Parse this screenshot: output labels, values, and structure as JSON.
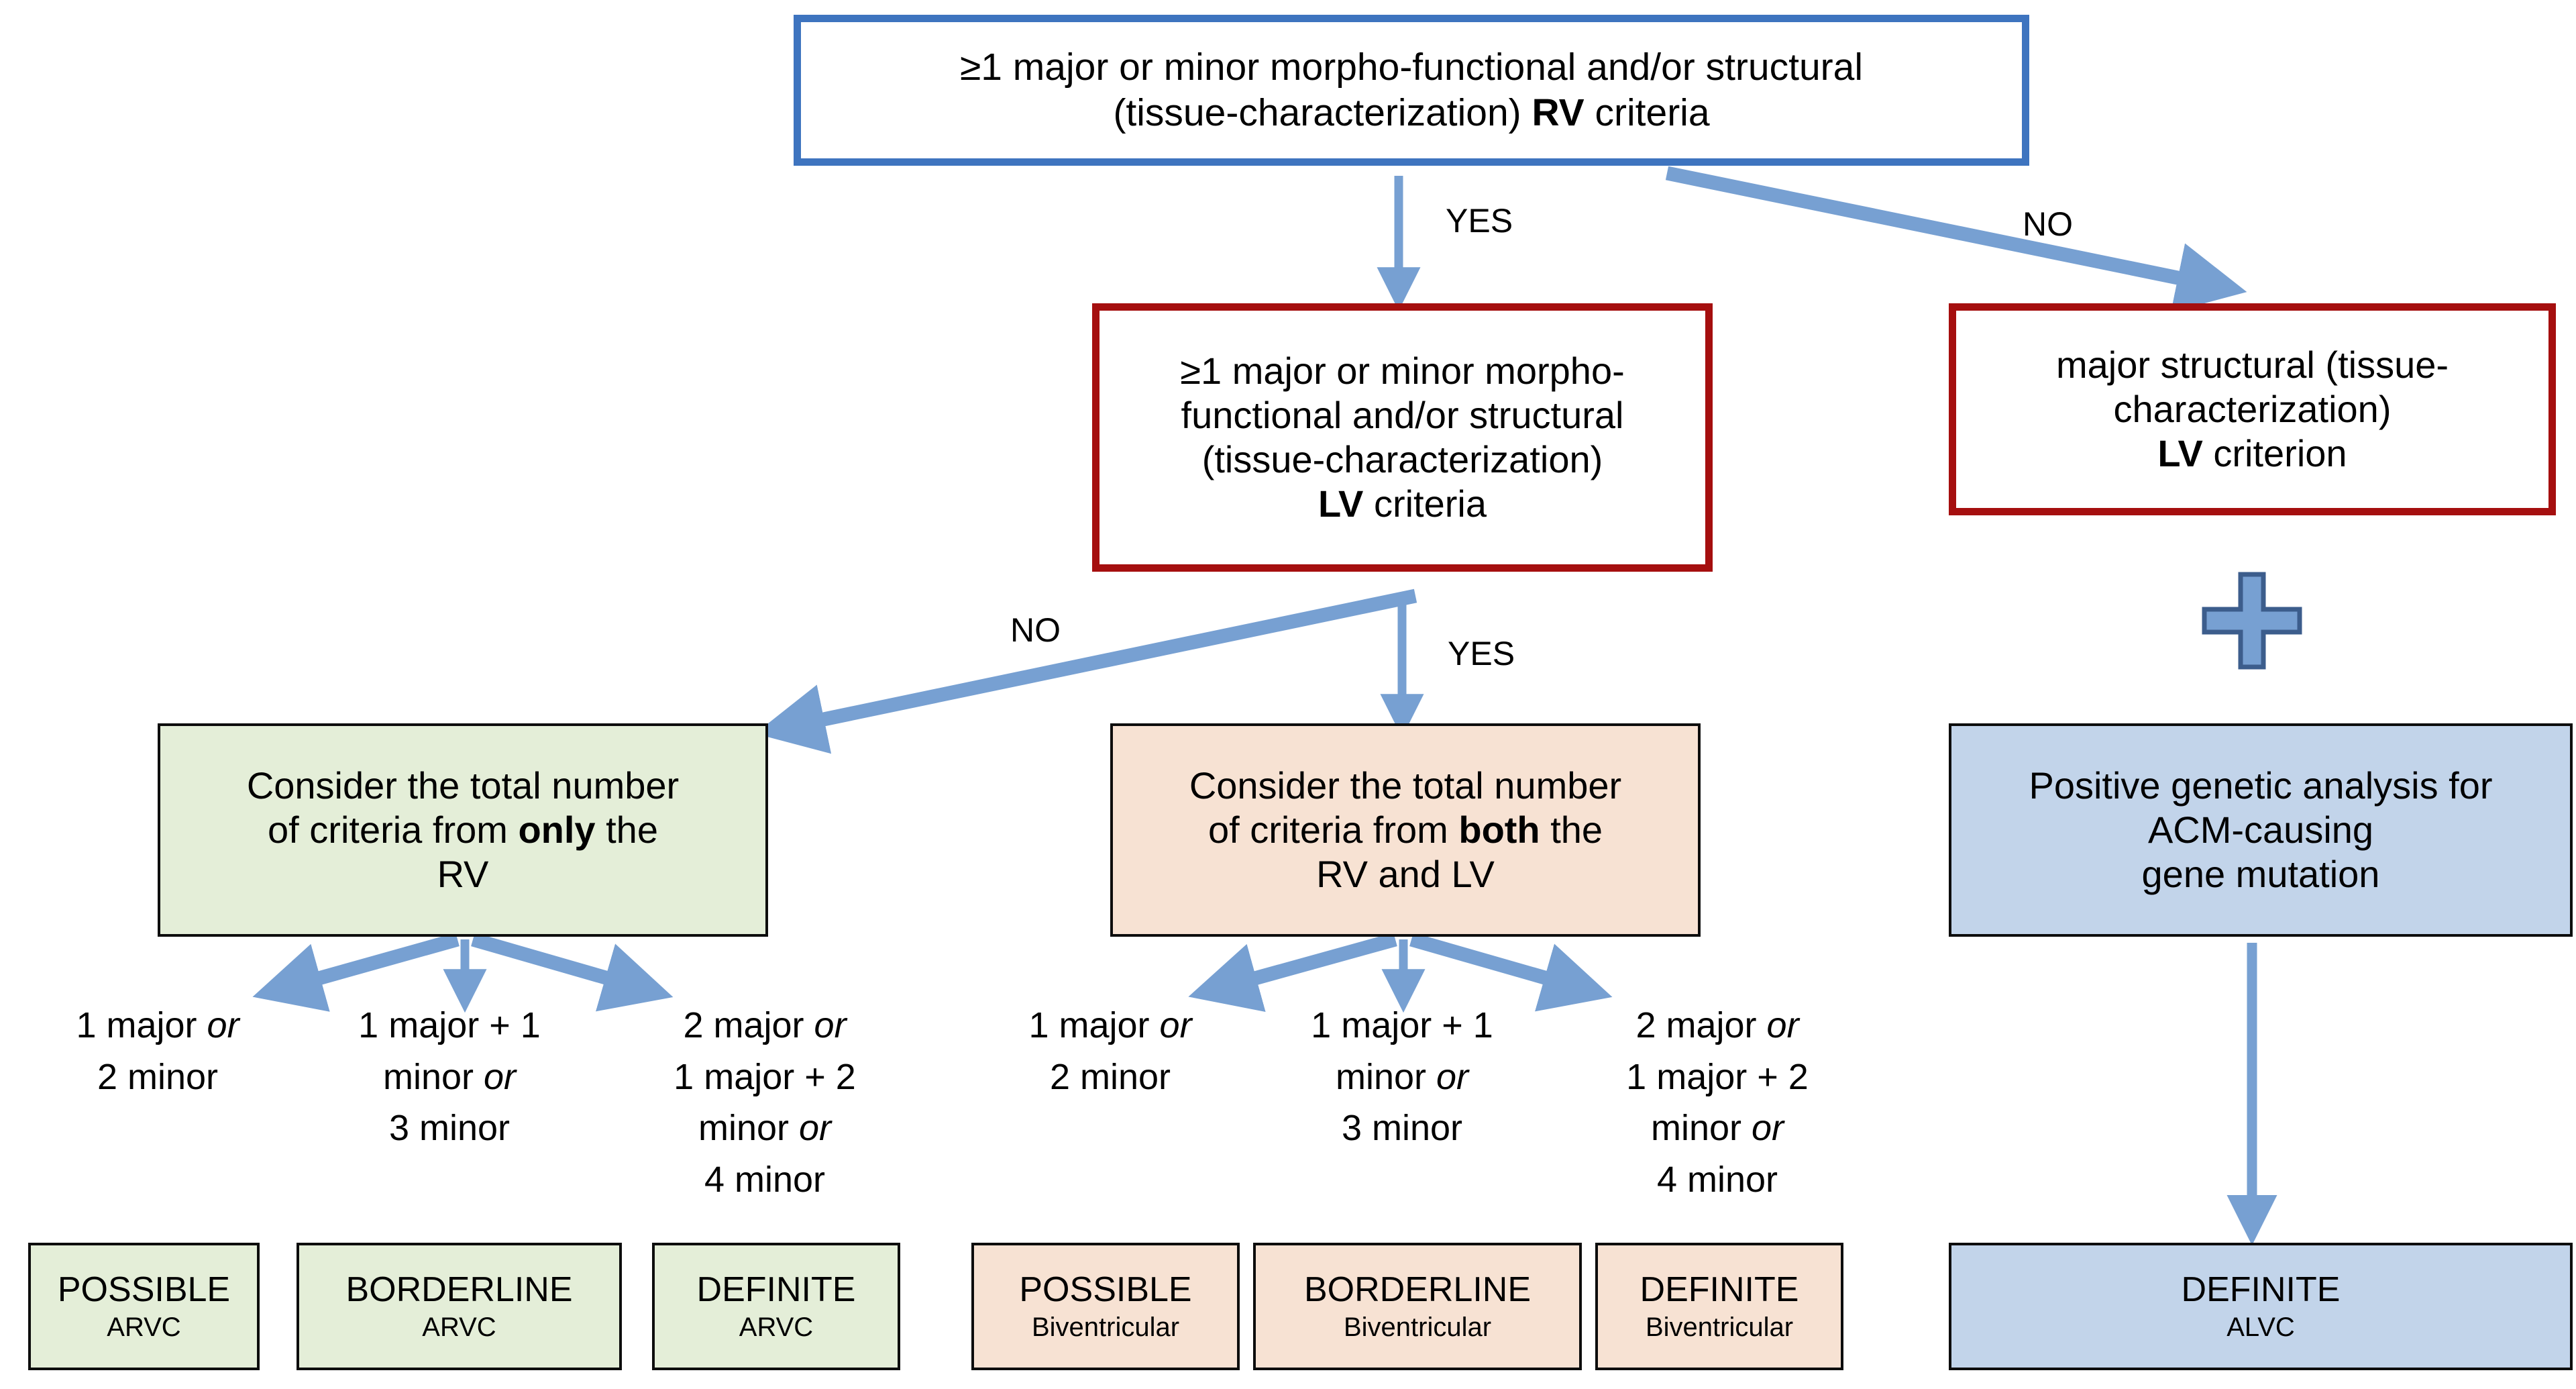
{
  "diagram": {
    "title": "ACM diagnostic criteria flowchart",
    "colors": {
      "arrow_blue": "#77a0d2",
      "outline_blue": "#3e74bf",
      "outline_red": "#a50f0f",
      "fill_green": "#e4eed8",
      "fill_peach": "#f7e2d3",
      "fill_blue": "#c2d4ea",
      "text_black": "#000000"
    },
    "nodes": {
      "rv_criteria": {
        "line1": "≥1 major or minor morpho-functional and/or structural",
        "line2_prefix": "(tissue-characterization) ",
        "line2_bold": "RV",
        "line2_suffix": " criteria"
      },
      "lv_criteria": {
        "line1": "≥1 major or minor morpho-",
        "line2": "functional and/or structural",
        "line3": "(tissue-characterization)",
        "line4_bold": "LV",
        "line4_suffix": " criteria"
      },
      "lv_major_structural": {
        "line1": "major structural (tissue-",
        "line2": "characterization)",
        "line3_bold": "LV",
        "line3_suffix": " criterion"
      },
      "consider_rv_only": {
        "line1": "Consider the total number",
        "line2_prefix": "of criteria from ",
        "line2_bold": "only",
        "line2_suffix": " the",
        "line3": "RV"
      },
      "consider_both": {
        "line1": "Consider the total number",
        "line2_prefix": "of criteria from ",
        "line2_bold": "both",
        "line2_suffix": " the",
        "line3": "RV and LV"
      },
      "genetic": {
        "line1": "Positive genetic analysis for",
        "line2": "ACM-causing",
        "line3": "gene mutation"
      }
    },
    "edge_labels": {
      "top_yes": "YES",
      "top_no": "NO",
      "mid_no": "NO",
      "mid_yes": "YES"
    },
    "plus_symbol": "+",
    "criteria_groups": [
      {
        "group": "rv-only",
        "columns": [
          {
            "lines": [
              {
                "text": "1 major ",
                "italic_tail": "or"
              },
              {
                "text": "2 minor"
              }
            ]
          },
          {
            "lines": [
              {
                "text": "1 major + 1"
              },
              {
                "text": "minor ",
                "italic_tail": "or"
              },
              {
                "text": "3 minor"
              }
            ]
          },
          {
            "lines": [
              {
                "text": "2 major ",
                "italic_tail": "or"
              },
              {
                "text": "1 major + 2"
              },
              {
                "text": "minor ",
                "italic_tail": "or"
              },
              {
                "text": "4 minor"
              }
            ]
          }
        ]
      },
      {
        "group": "biventricular",
        "columns": [
          {
            "lines": [
              {
                "text": "1 major ",
                "italic_tail": "or"
              },
              {
                "text": "2 minor"
              }
            ]
          },
          {
            "lines": [
              {
                "text": "1 major + 1"
              },
              {
                "text": "minor ",
                "italic_tail": "or"
              },
              {
                "text": "3 minor"
              }
            ]
          },
          {
            "lines": [
              {
                "text": "2 major ",
                "italic_tail": "or"
              },
              {
                "text": "1 major + 2"
              },
              {
                "text": "minor ",
                "italic_tail": "or"
              },
              {
                "text": "4 minor"
              }
            ]
          }
        ]
      }
    ],
    "results": {
      "arvc": [
        {
          "verdict": "POSSIBLE",
          "disease": "ARVC"
        },
        {
          "verdict": "BORDERLINE",
          "disease": "ARVC"
        },
        {
          "verdict": "DEFINITE",
          "disease": "ARVC"
        }
      ],
      "biventricular": [
        {
          "verdict": "POSSIBLE",
          "disease": "Biventricular"
        },
        {
          "verdict": "BORDERLINE",
          "disease": "Biventricular"
        },
        {
          "verdict": "DEFINITE",
          "disease": "Biventricular"
        }
      ],
      "alvc": {
        "verdict": "DEFINITE",
        "disease": "ALVC"
      }
    }
  }
}
